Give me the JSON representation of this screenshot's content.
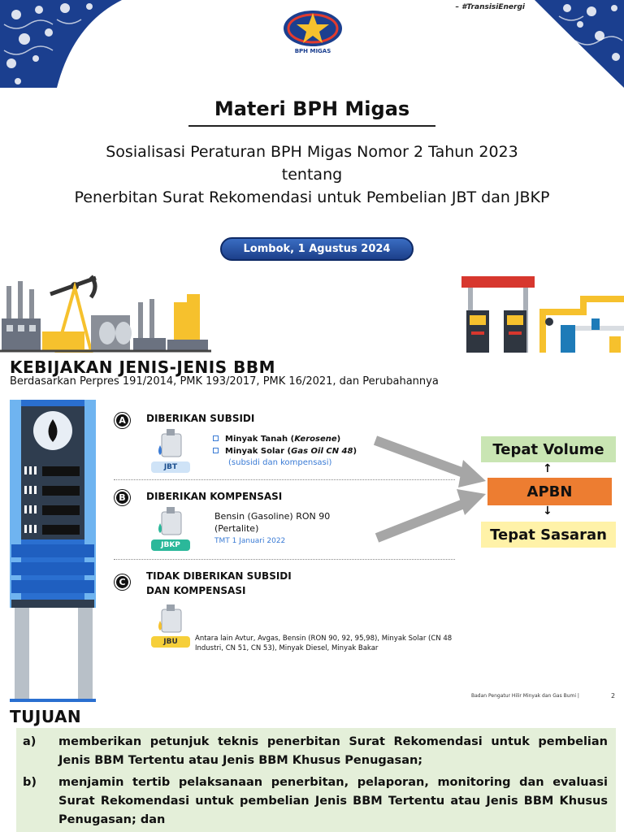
{
  "header": {
    "hashtag": "– #TransisiEnergi",
    "logo_text": "BPH MIGAS"
  },
  "title": "Materi BPH Migas",
  "subtitle": {
    "line1": "Sosialisasi Peraturan BPH Migas Nomor 2 Tahun 2023",
    "line2": "tentang",
    "line3": "Penerbitan Surat Rekomendasi untuk Pembelian JBT dan JBKP"
  },
  "event_date": "Lombok, 1 Agustus 2024",
  "policy": {
    "title": "KEBIJAKAN JENIS-JENIS BBM",
    "subtitle": "Berdasarkan Perpres 191/2014, PMK 193/2017, PMK 16/2021, dan Perubahannya",
    "sections": [
      {
        "letter": "A",
        "heading": "DIBERIKAN SUBSIDI",
        "tag": "JBT",
        "item1_prefix": "Minyak Tanah (",
        "item1_italic": "Kerosene",
        "item1_suffix": ")",
        "item2_prefix": "Minyak Solar (",
        "item2_italic": "Gas Oil CN 48",
        "item2_suffix": ")",
        "note": "(subsidi dan kompensasi)"
      },
      {
        "letter": "B",
        "heading": "DIBERIKAN KOMPENSASI",
        "tag": "JBKP",
        "line1": "Bensin (Gasoline) RON 90",
        "line2": "(Pertalite)",
        "note": "TMT 1 Januari 2022"
      },
      {
        "letter": "C",
        "heading_line1": "TIDAK DIBERIKAN SUBSIDI",
        "heading_line2": "DAN KOMPENSASI",
        "tag": "JBU",
        "line1": "Antara lain Avtur, Avgas, Bensin (RON 90, 92, 95,98), Minyak Solar (CN 48",
        "line2": "Industri,  CN 51, CN 53), Minyak  Diesel, Minyak Bakar"
      }
    ],
    "boxes": {
      "top": "Tepat Volume",
      "middle": "APBN",
      "bottom": "Tepat Sasaran",
      "arrow_up": "↑",
      "arrow_down": "↓"
    },
    "footer_org": "Badan Pengatur Hilir Minyak dan Gas Bumi   |",
    "footer_page": "2"
  },
  "tujuan": {
    "title": "TUJUAN",
    "items": [
      {
        "letter": "a)",
        "text": "memberikan petunjuk teknis penerbitan Surat Rekomendasi untuk pembelian Jenis BBM Tertentu atau Jenis BBM Khusus Penugasan;"
      },
      {
        "letter": "b)",
        "text": "menjamin tertib pelaksanaan penerbitan, pelaporan, monitoring dan evaluasi Surat Rekomendasi untuk pembelian Jenis BBM Tertentu atau Jenis BBM Khusus Penugasan; dan"
      }
    ]
  },
  "colors": {
    "date_pill": "#1c3f8a",
    "box_volume": "#c9e5b3",
    "box_apbn": "#ed7d31",
    "box_sasaran": "#fff2a8",
    "tujuan_bg": "#e4efd9",
    "pump_blue": "#2a6fd0"
  }
}
